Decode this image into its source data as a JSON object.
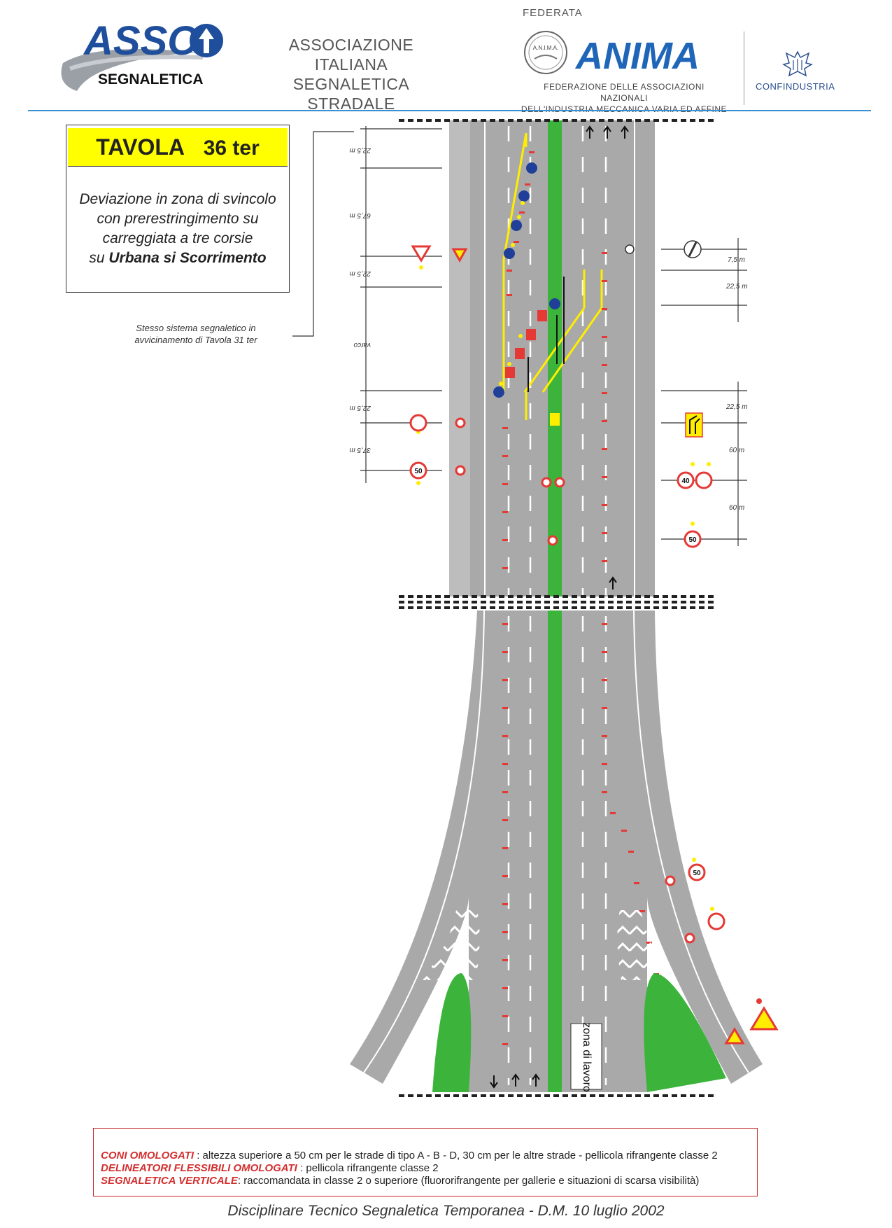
{
  "header": {
    "logo_asso": "ASSO",
    "logo_segnaletica": "SEGNALETICA",
    "assoc_line1": "ASSOCIAZIONE ITALIANA",
    "assoc_line2": "SEGNALETICA STRADALE",
    "federata": "FEDERATA",
    "anima_seal": "A.N.I.M.A.",
    "anima": "ANIMA",
    "anima_sub1": "FEDERAZIONE DELLE ASSOCIAZIONI NAZIONALI",
    "anima_sub2": "DELL'INDUSTRIA MECCANICA VARIA ED AFFINE",
    "confindustria": "CONFINDUSTRIA"
  },
  "tavola": {
    "title_word": "TAVOLA",
    "title_number": "36 ter",
    "desc_line1": "Deviazione in zona di svincolo",
    "desc_line2": "con prerestringimento su",
    "desc_line3": "carreggiata a tre corsie",
    "desc_line4_prefix": "su",
    "desc_line4_bold": "Urbana si Scorrimento"
  },
  "note": {
    "line1": "Stesso sistema segnaletico in",
    "line2": "avvicinamento di Tavola 31 ter"
  },
  "dimensions_left": [
    "22,5 m",
    "67,5 m",
    "22,5 m",
    "varco",
    "22,5 m",
    "37,5 m"
  ],
  "dimensions_right": [
    "7,5 m",
    "22,5 m",
    "22,5 m",
    "60 m",
    "60 m"
  ],
  "sign_values": {
    "speed_50": "50",
    "speed_40": "40"
  },
  "work_zone_label": "zona di lavoro",
  "legend": {
    "coni_label": "CONI OMOLOGATI",
    "coni_text": " : altezza superiore a 50 cm per le strade di tipo A - B - D, 30 cm per le altre strade - pellicola rifrangente classe 2",
    "delin_label": "DELINEATORI FLESSIBILI OMOLOGATI",
    "delin_text": " :  pellicola rifrangente classe 2",
    "segn_label": "SEGNALETICA VERTICALE",
    "segn_text": ": raccomandata in classe 2 o superiore (fluororifrangente per gallerie e situazioni di scarsa visibilità)"
  },
  "footer": "Disciplinare Tecnico Segnaletica Temporanea - D.M.  10 luglio 2002",
  "colors": {
    "road": "#a9a9a9",
    "median": "#3cb43c",
    "yellow_line": "#ffee00",
    "cone_red": "#e53935",
    "header_rule": "#3a8fd0"
  }
}
